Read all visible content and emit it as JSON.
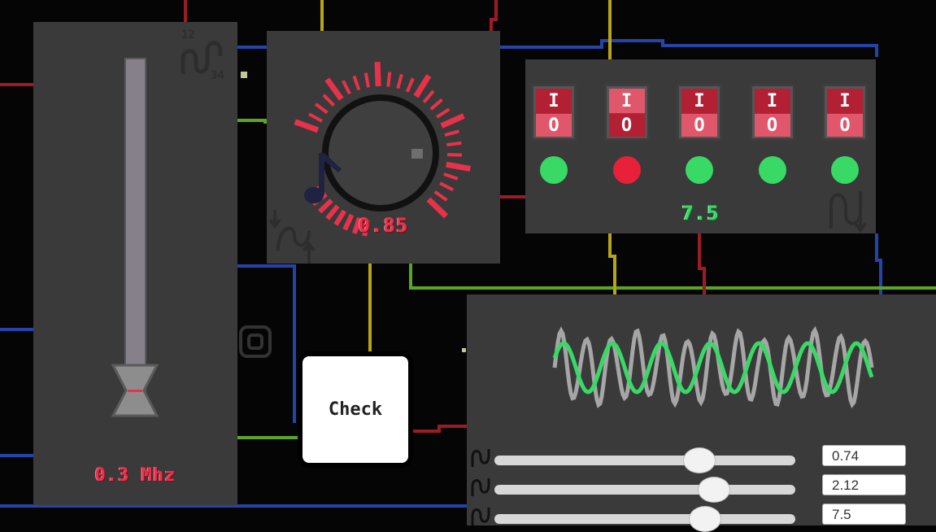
{
  "frequency_panel": {
    "label": "0.3 Mhz",
    "slider_level": 0.0
  },
  "knob_panel": {
    "value": "0.85"
  },
  "switch_panel": {
    "switches": [
      {
        "top": "I",
        "bottom": "O",
        "lamp": "green"
      },
      {
        "top": "I",
        "bottom": "O",
        "lamp": "red"
      },
      {
        "top": "I",
        "bottom": "O",
        "lamp": "green"
      },
      {
        "top": "I",
        "bottom": "O",
        "lamp": "green"
      },
      {
        "top": "I",
        "bottom": "O",
        "lamp": "green"
      }
    ],
    "total": "7.5"
  },
  "check_button": {
    "label": "Check"
  },
  "wave_panel": {
    "rows": [
      {
        "value": "0.74",
        "level": 0.68
      },
      {
        "value": "2.12",
        "level": 0.73
      },
      {
        "value": "7.5",
        "level": 0.7
      }
    ]
  },
  "colors": {
    "lamp_green": "#39d966",
    "lamp_red": "#e8203a",
    "switch_dark": "#b32034",
    "switch_light": "#e0566a",
    "wire_red": "#9b1c25",
    "wire_yellow": "#b8a419",
    "wire_blue": "#2444a8",
    "wire_green": "#5aa427"
  }
}
